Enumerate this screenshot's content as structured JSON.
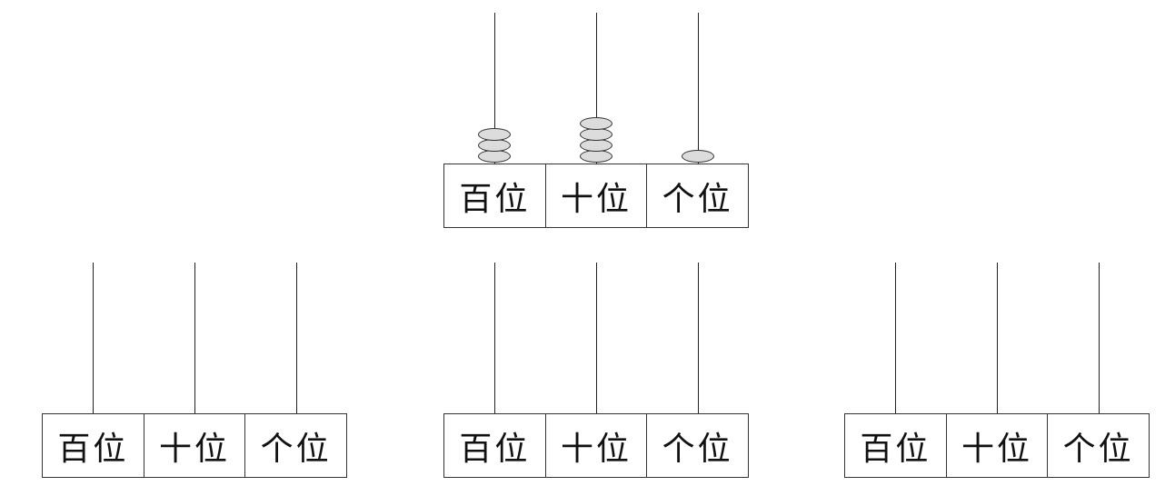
{
  "place_labels": [
    "百位",
    "十位",
    "个位"
  ],
  "abaci": [
    {
      "id": "example",
      "beads": [
        3,
        4,
        1
      ]
    },
    {
      "id": "blank-1",
      "beads": [
        0,
        0,
        0
      ]
    },
    {
      "id": "blank-2",
      "beads": [
        0,
        0,
        0
      ]
    },
    {
      "id": "blank-3",
      "beads": [
        0,
        0,
        0
      ]
    }
  ],
  "colors": {
    "bead_fill": "#dcdcdc",
    "line": "#333333"
  }
}
